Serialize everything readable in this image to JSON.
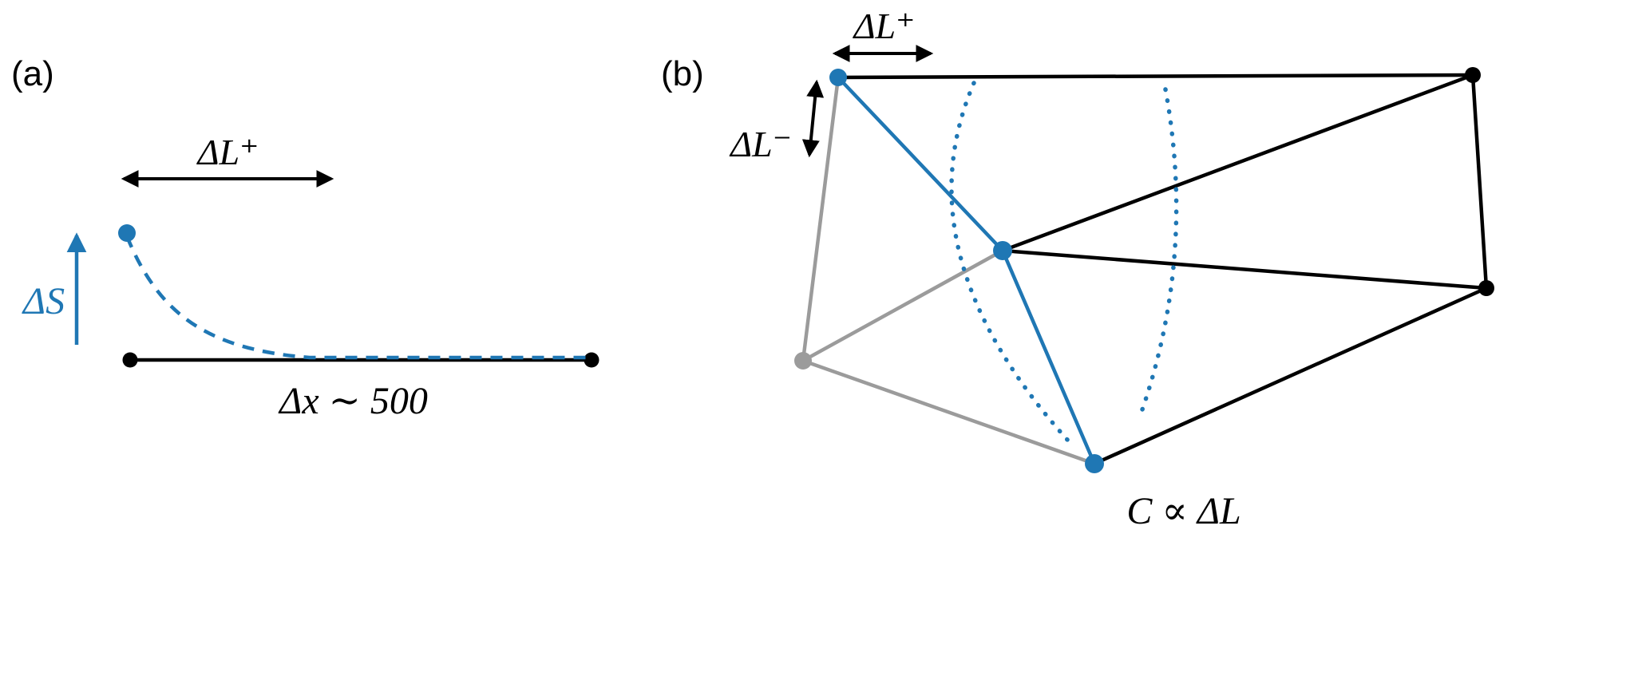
{
  "figure": {
    "colors": {
      "blue": "#1f77b4",
      "gray": "#9b9b9b",
      "black": "#000000"
    },
    "panel_a": {
      "label": "(a)",
      "arrow_label_top": "ΔL⁺",
      "axis_label": "ΔS",
      "x_scale_label": "Δx ∼ 500"
    },
    "panel_b": {
      "label": "(b)",
      "arrow_label_top": "ΔL⁺",
      "arrow_label_left": "ΔL⁻",
      "bottom_label": "C ∝ ΔL"
    }
  }
}
